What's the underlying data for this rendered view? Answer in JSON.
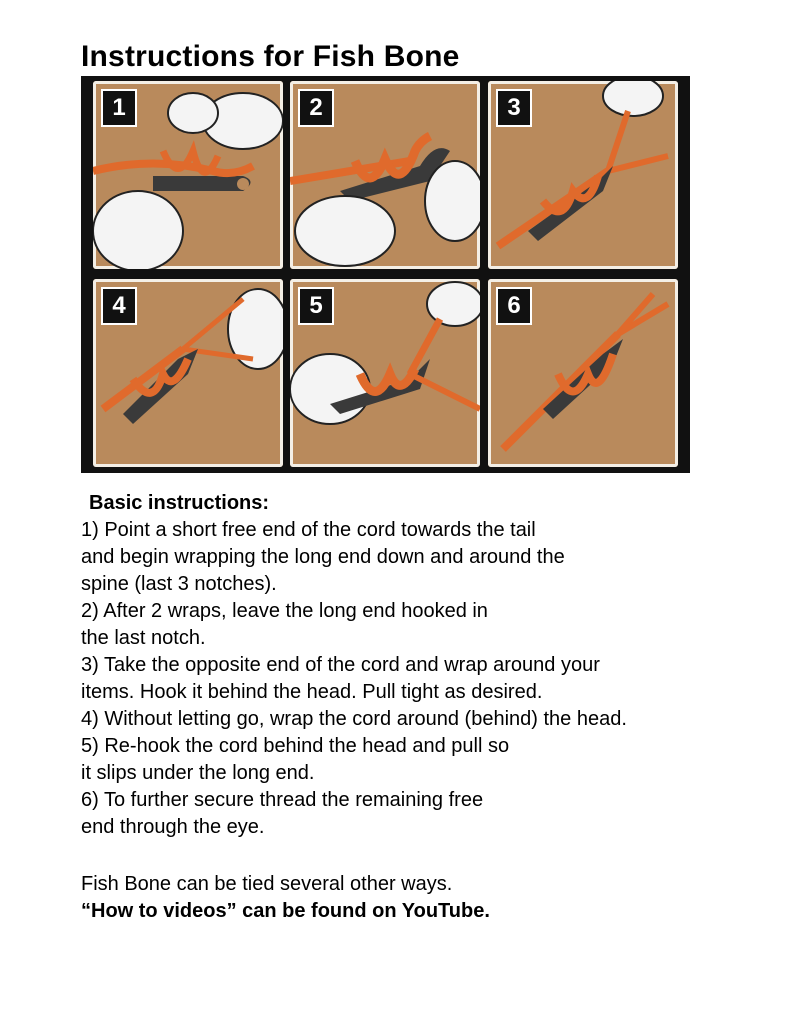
{
  "title": "Instructions for Fish Bone",
  "panels": [
    {
      "number": "1"
    },
    {
      "number": "2"
    },
    {
      "number": "3"
    },
    {
      "number": "4"
    },
    {
      "number": "5"
    },
    {
      "number": "6"
    }
  ],
  "instructions": {
    "heading": "Basic instructions:",
    "lines": [
      "1) Point a short free end of the cord towards the tail",
      "and begin wrapping the long end down and around the",
      "spine (last 3 notches).",
      "2) After 2 wraps, leave the long end hooked in",
      "the last notch.",
      "3) Take the opposite end of the cord and wrap around your",
      "items. Hook it behind the head. Pull tight as desired.",
      "4) Without letting go, wrap the cord around (behind) the head.",
      "5) Re-hook the cord behind the head and pull so",
      "it slips under the long end.",
      "6) To further secure thread the remaining free",
      "end through the eye."
    ]
  },
  "footer": {
    "note": "Fish Bone can be tied several other ways.",
    "videos": "“How to videos” can be found on YouTube."
  },
  "colors": {
    "panel_bg": "#b98a5c",
    "cord": "#e06a2c",
    "clip": "#3a3a3a",
    "hand": "#f4f4f4"
  }
}
